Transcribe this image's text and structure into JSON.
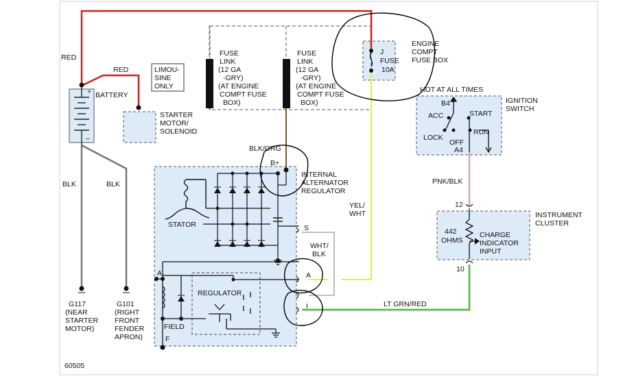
{
  "labels": {
    "red_top": "RED",
    "red_starter": "RED",
    "battery": "BATTERY",
    "starter_line1": "STARTER",
    "starter_line2": "MOTOR/",
    "starter_line3": "SOLENOID",
    "limo_line1": "LIMOU-",
    "limo_line2": "SINE",
    "limo_line3": "ONLY",
    "fuse_link_left": [
      "FUSE",
      "LINK",
      "(12 GA",
      "-GRY)",
      "(AT ENGINE",
      "COMPT FUSE",
      "BOX)"
    ],
    "fuse_link_right": [
      "FUSE",
      "LINK",
      "(12 GA",
      "-GRY)",
      "(AT ENGINE",
      "COMPT FUSE",
      "BOX)"
    ],
    "fuse_j": "J",
    "fuse_name": "FUSE",
    "fuse_rating": "10A",
    "fuse_box_line1": "ENGINE",
    "fuse_box_line2": "COMPT",
    "fuse_box_line3": "FUSE BOX",
    "hot_at_all_times": "HOT AT ALL TIMES",
    "ignition_line1": "IGNITION",
    "ignition_line2": "SWITCH",
    "ign_b4": "B4",
    "ign_acc": "ACC",
    "ign_start": "START",
    "ign_run": "RUN",
    "ign_lock": "LOCK",
    "ign_off": "OFF",
    "ign_a4": "A4",
    "blk_org": "BLK/ORG",
    "b_plus": "B+",
    "internal_line1": "INTERNAL",
    "internal_line2": "ALTERNATOR",
    "internal_line3": "REGULATOR",
    "blk_left": "BLK",
    "blk_right": "BLK",
    "stator": "STATOR",
    "term_s": "S",
    "yel_wht_1": "YEL/",
    "yel_wht_2": "WHT",
    "wht_blk_1": "WHT/",
    "wht_blk_2": "BLK",
    "pnk_blk": "PNK/BLK",
    "pin_12": "12",
    "cluster_line1": "INSTRUMENT",
    "cluster_line2": "CLUSTER",
    "ohms_value": "442",
    "ohms_unit": "OHMS",
    "charge_line1": "CHARGE",
    "charge_line2": "INDICATOR",
    "charge_line3": "INPUT",
    "pin_10": "10",
    "term_a_left": "A",
    "term_a_right": "A",
    "regulator": "REGULATOR",
    "term_i": "I",
    "lt_grn_red": "LT GRN/RED",
    "field": "FIELD",
    "term_f": "F",
    "g117": [
      "G117",
      "(NEAR",
      "STARTER",
      "MOTOR)"
    ],
    "g101": [
      "G101",
      "(RIGHT",
      "FRONT",
      "FENDER",
      "APRON)"
    ],
    "figure_id": "60505"
  },
  "colors": {
    "red_wire": "#d11f1f",
    "yellow_wire": "#eeee22",
    "green_wire": "#3cbf2c",
    "pink_wire": "#d8a3b2",
    "brown_wire": "#7a5a3a",
    "gray_wire": "#777777",
    "component_fill": "#dcebf7",
    "annotation_ink": "#000000"
  }
}
